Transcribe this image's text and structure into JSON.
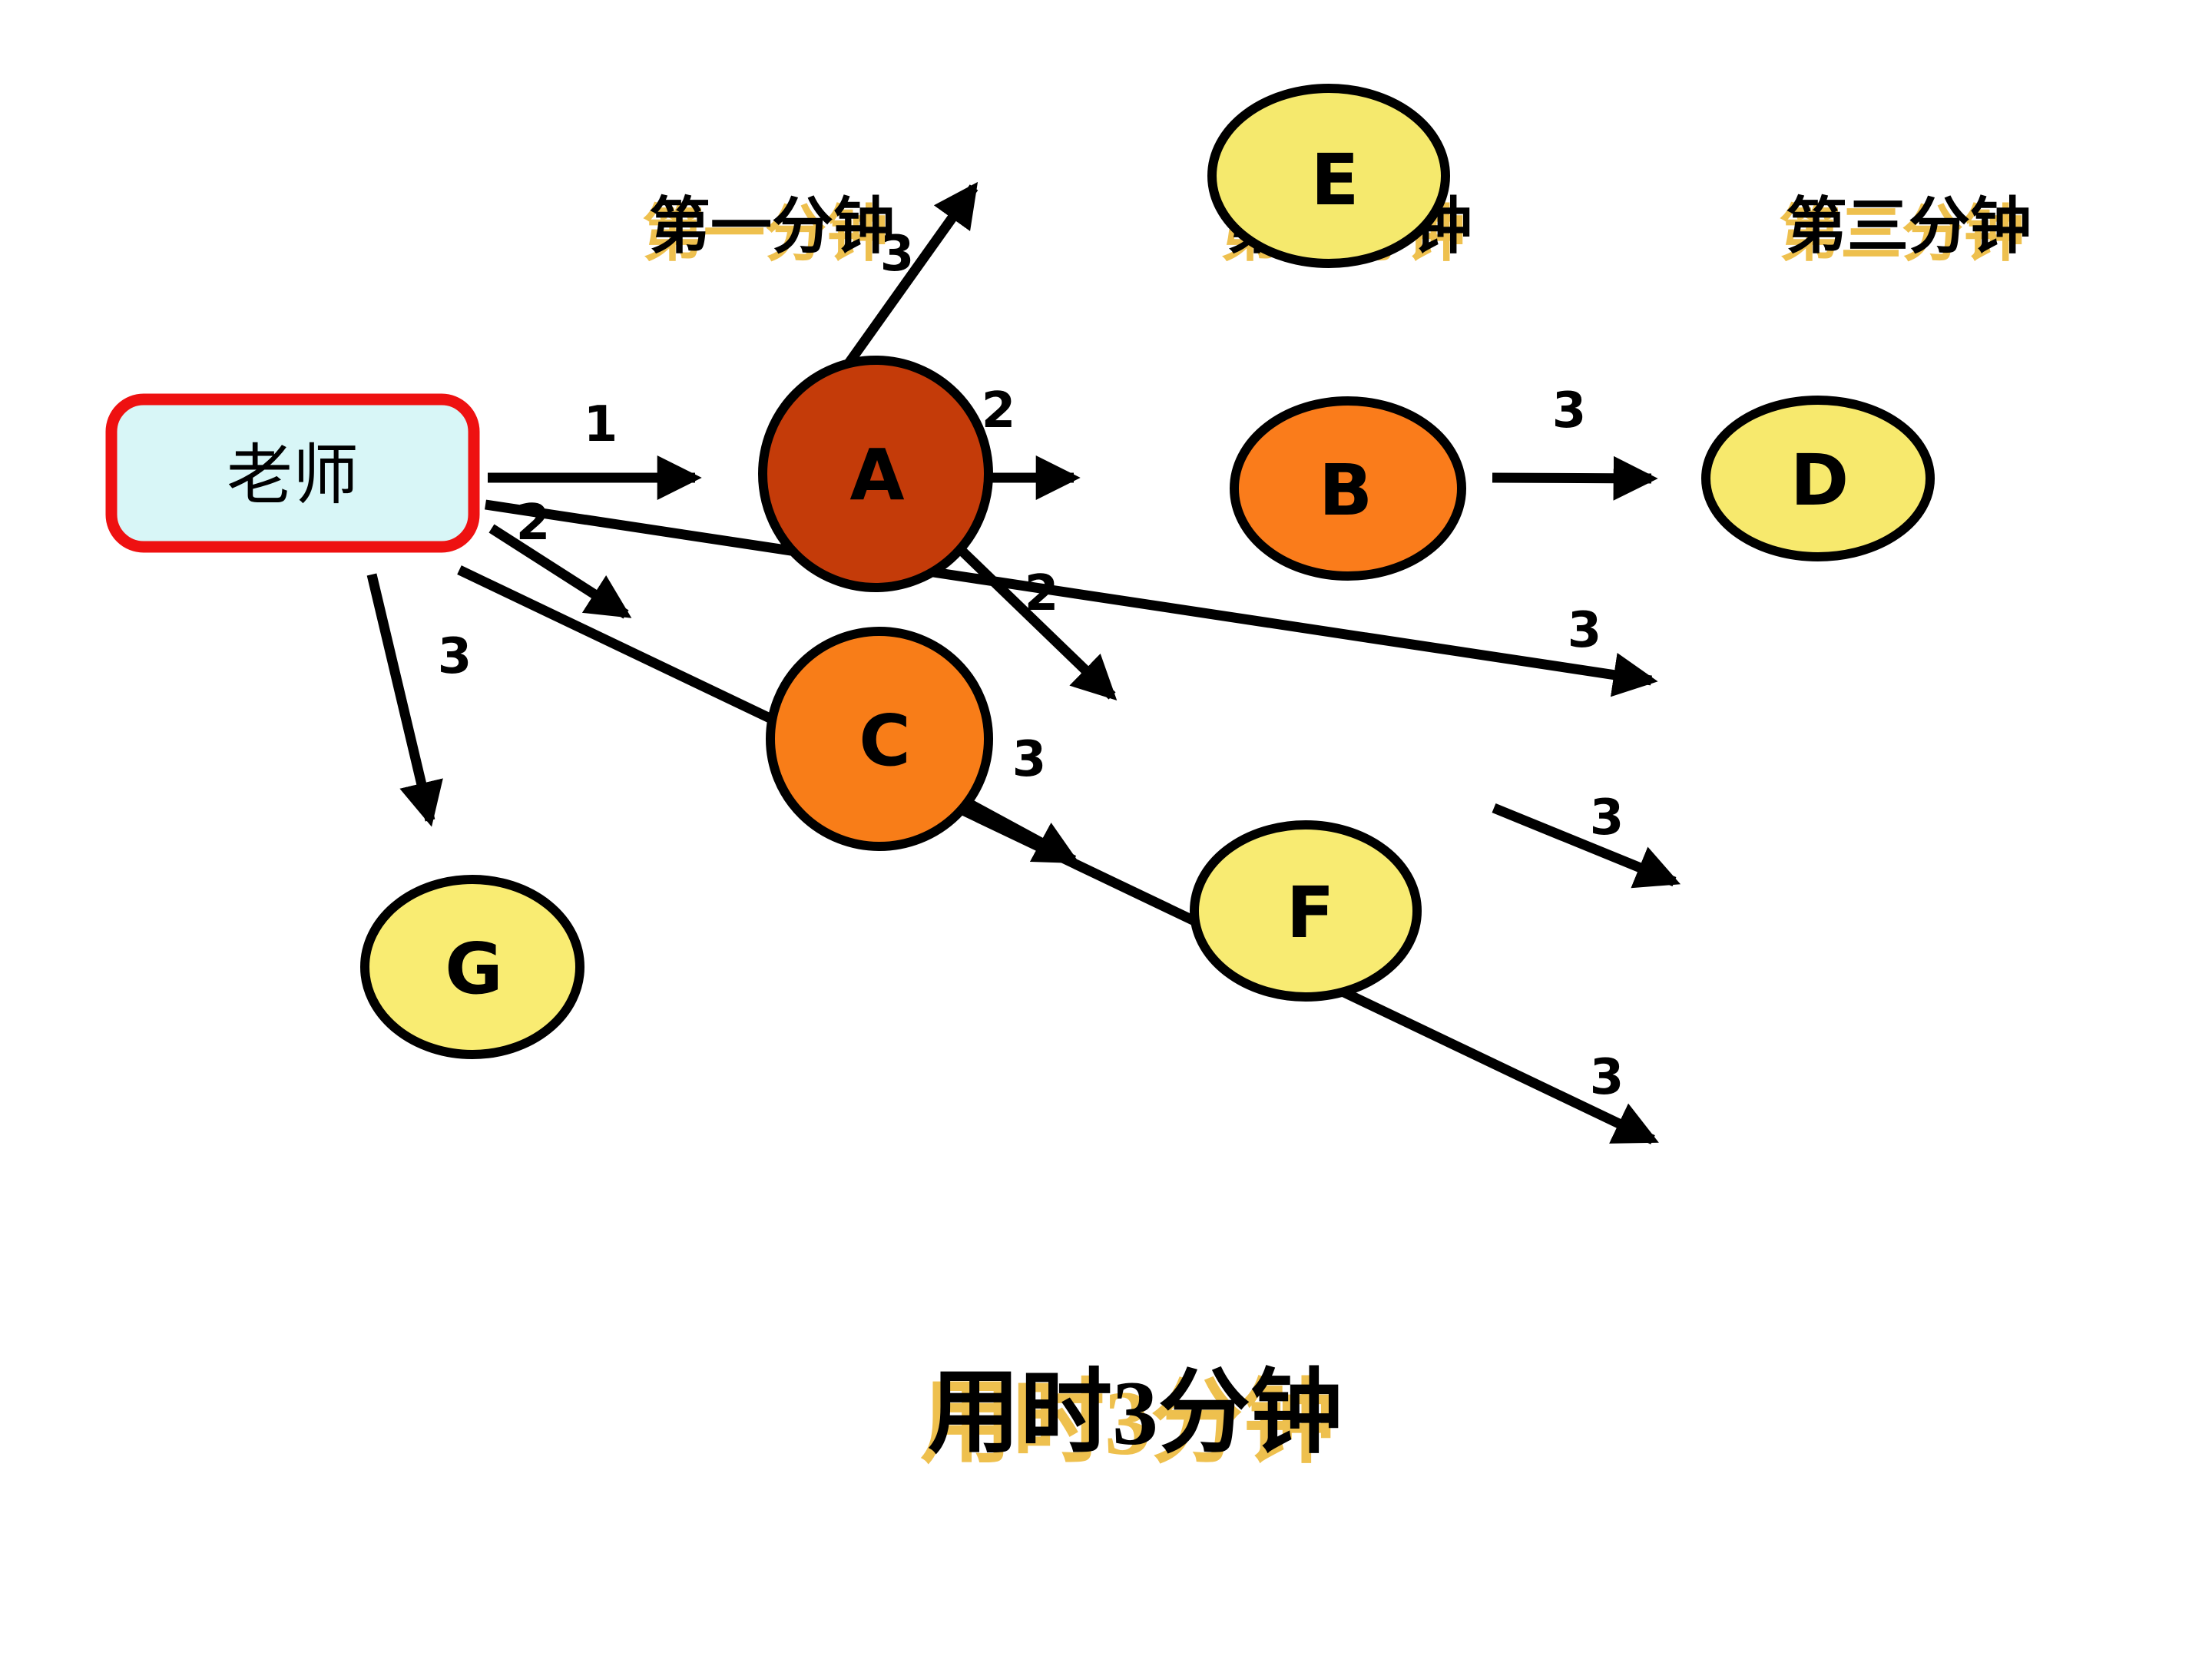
{
  "title": {
    "text": "用时3分钟"
  },
  "timeline": {
    "minute1": "第一分钟",
    "minute2": "第二分钟",
    "minute3": "第三分钟"
  },
  "teacher": {
    "label": "老师"
  },
  "nodes": [
    {
      "id": "A",
      "label": "A",
      "fill": "#c43b09"
    },
    {
      "id": "B",
      "label": "B",
      "fill": "#fa7c1b"
    },
    {
      "id": "C",
      "label": "C",
      "fill": "#f87d18"
    },
    {
      "id": "D",
      "label": "D",
      "fill": "#f7e96d"
    },
    {
      "id": "E",
      "label": "E",
      "fill": "#f5e96d"
    },
    {
      "id": "F",
      "label": "F",
      "fill": "#f8eb72"
    },
    {
      "id": "G",
      "label": "G",
      "fill": "#f9ec72"
    }
  ],
  "edges": [
    {
      "id": "teacher-to-A",
      "label": "1"
    },
    {
      "id": "A-to-E",
      "label": "3"
    },
    {
      "id": "A-to-B",
      "label": "2"
    },
    {
      "id": "B-to-D",
      "label": "3"
    },
    {
      "id": "teacher-to-C",
      "label": "2"
    },
    {
      "id": "teacher-to-G",
      "label": "3"
    },
    {
      "id": "C-to-F",
      "label": "3"
    },
    {
      "id": "teacher-continue-1",
      "label": "3"
    },
    {
      "id": "A-continue",
      "label": "2"
    },
    {
      "id": "teacher-continue-2",
      "label": "3"
    },
    {
      "id": "F-continue",
      "label": "3"
    }
  ],
  "colors": {
    "teacher_fill": "#d8f6f7",
    "teacher_border": "#ee1111",
    "arrow": "#000000",
    "shadow_gold": "#eec04e"
  }
}
